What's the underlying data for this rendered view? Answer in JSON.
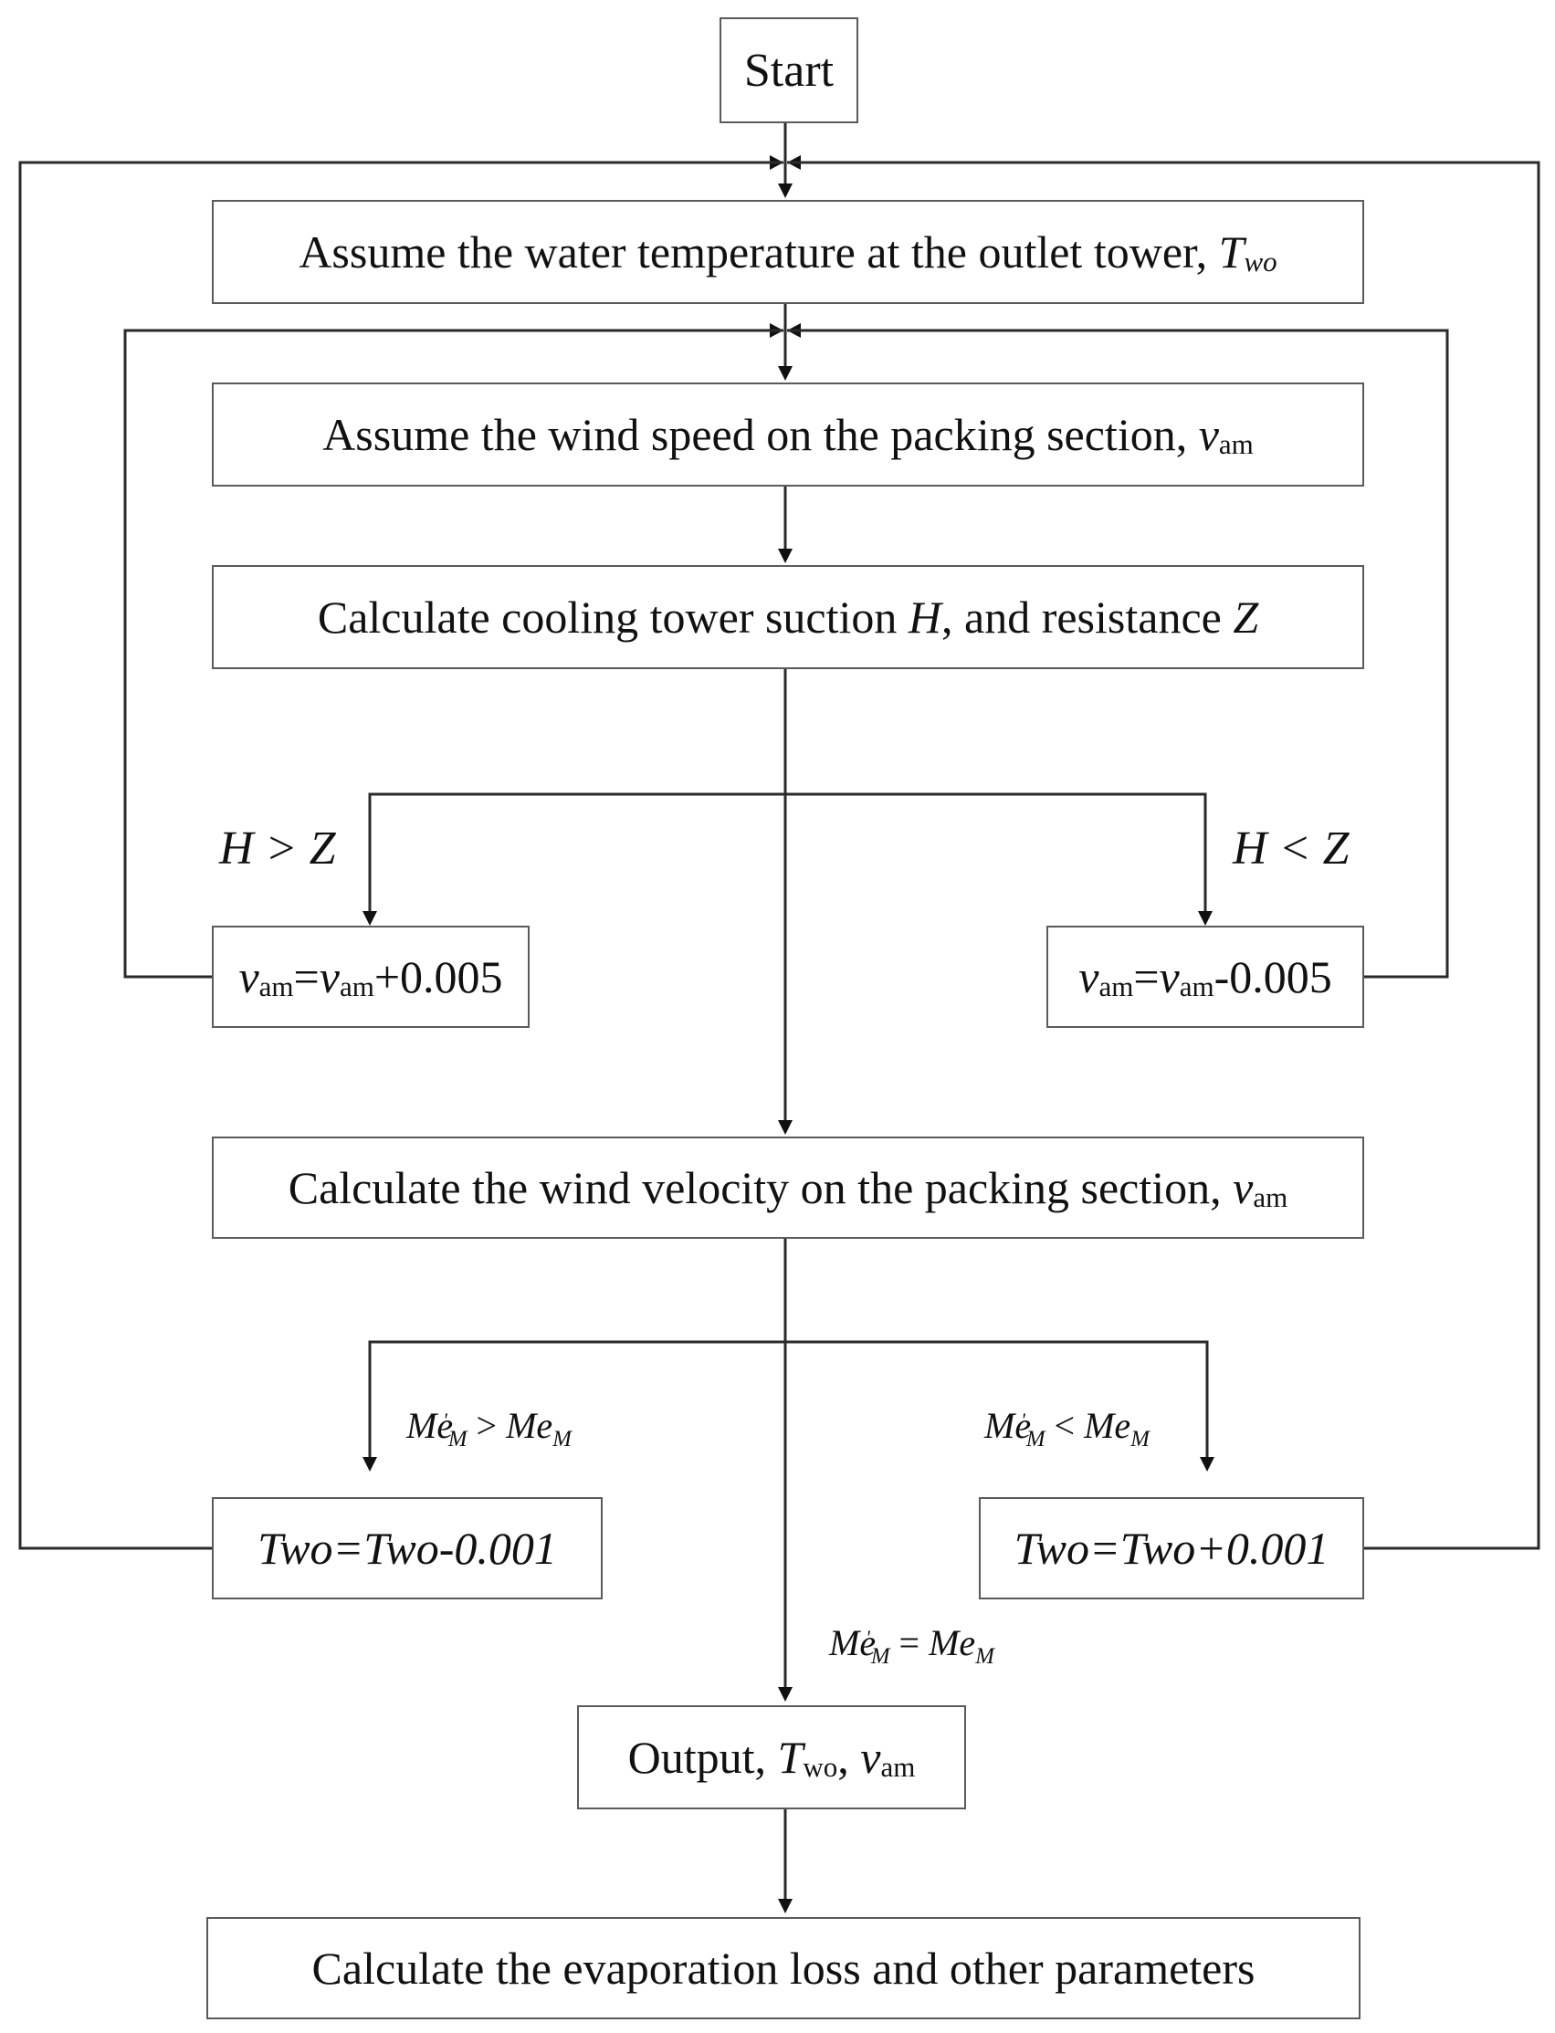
{
  "nodes": {
    "start": "Start",
    "assume_temp": {
      "text": "Assume the water temperature at the outlet tower, ",
      "var": "T",
      "sub": "wo"
    },
    "assume_wind": {
      "text": "Assume the wind speed on the packing section, ",
      "var": "v",
      "sub": "am"
    },
    "calc_suction": {
      "text1": "Calculate cooling tower suction ",
      "var1": "H",
      "text2": ", and resistance ",
      "var2": "Z"
    },
    "vam_plus": {
      "v1": "v",
      "s1": "am",
      "eq": "=",
      "v2": "v",
      "s2": "am",
      "rest": "+0.005"
    },
    "vam_minus": {
      "v1": "v",
      "s1": "am",
      "eq": "=",
      "v2": "v",
      "s2": "am",
      "rest": "-0.005"
    },
    "calc_velocity": {
      "text": "Calculate the wind velocity on the packing section, ",
      "var": "v",
      "sub": "am"
    },
    "two_minus": "Two=Two-0.001",
    "two_plus": "Two=Two+0.001",
    "output": {
      "text": "Output, ",
      "var1": "T",
      "sub1": "wo",
      "sep": ", ",
      "var2": "v",
      "sub2": "am"
    },
    "evaporation": "Calculate the evaporation loss and other parameters"
  },
  "conditions": {
    "h_gt_z": "H > Z",
    "h_lt_z": "H < Z",
    "me_gt": {
      "a": "Me",
      "prime": "'",
      "asub": "M",
      "op": " > ",
      "b": "Me",
      "bsub": "M"
    },
    "me_lt": {
      "a": "Me",
      "prime": "'",
      "asub": "M",
      "op": " < ",
      "b": "Me",
      "bsub": "M"
    },
    "me_eq": {
      "a": "Me",
      "prime": "'",
      "asub": "M",
      "op": " = ",
      "b": "Me",
      "bsub": "M"
    }
  }
}
